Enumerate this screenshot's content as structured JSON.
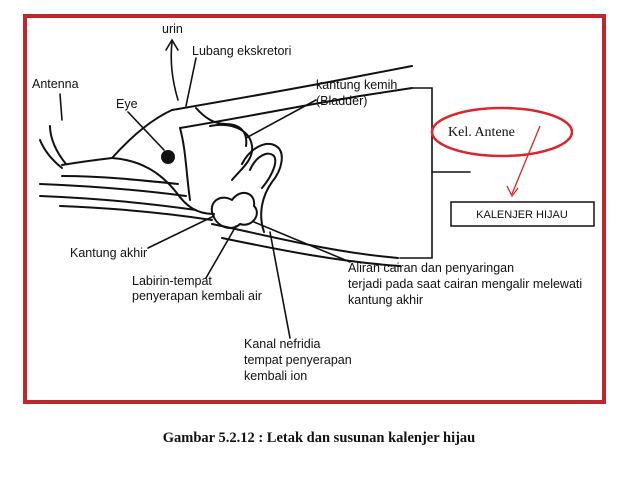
{
  "labels": {
    "urin": "urin",
    "lubang_ekskretori": "Lubang ekskretori",
    "antenna": "Antenna",
    "eye": "Eye",
    "kantung_kemih_1": "kantung kemih",
    "kantung_kemih_2": "(Bladder)",
    "kel_antene": "Kel. Antene",
    "kantung_akhir": "Kantung akhir",
    "labirin_1": "Labirin-tempat",
    "labirin_2": "penyerapan kembali air",
    "aliran_1": "Aliran cairan dan penyaringan",
    "aliran_2": "terjadi pada saat cairan mengalir melewati",
    "aliran_3": "kantung akhir",
    "kanal_1": "Kanal nefridia",
    "kanal_2": "tempat penyerapan",
    "kanal_3": "kembali ion"
  },
  "annotation": {
    "box_label": "KALENJER HIJAU",
    "highlight_color": "#d9262c"
  },
  "caption": "Gambar 5.2.12 : Letak dan susunan kalenjer hijau",
  "colors": {
    "frame": "#c0272d",
    "ink": "#111111"
  }
}
